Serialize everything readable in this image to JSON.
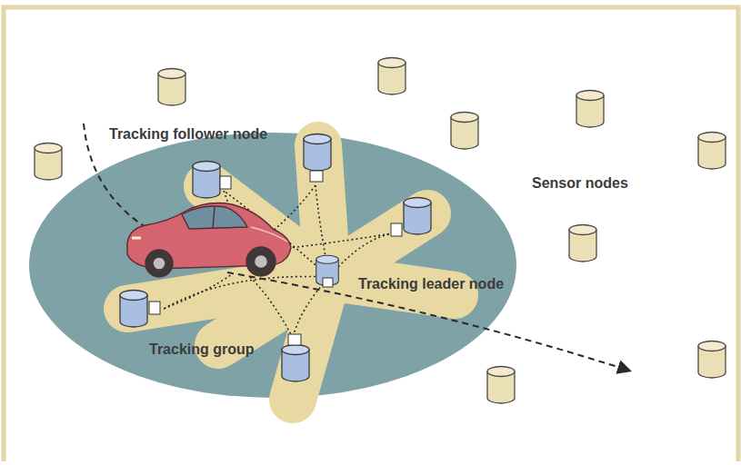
{
  "diagram": {
    "labels": [
      "Tracking follower node",
      "Sensor nodes",
      "Tracking leader node",
      "Tracking group"
    ]
  }
}
